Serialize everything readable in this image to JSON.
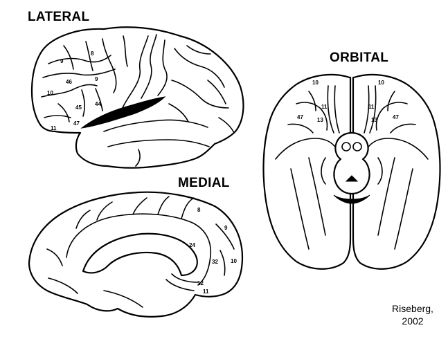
{
  "views": {
    "lateral": "LATERAL",
    "medial": "MEDIAL",
    "orbital": "ORBITAL"
  },
  "credit": {
    "line1": "Riseberg,",
    "line2": "2002"
  },
  "areas": {
    "lateral": [
      "9",
      "8",
      "46",
      "9",
      "10",
      "45",
      "44",
      "47",
      "11"
    ],
    "medial": [
      "8",
      "9",
      "24",
      "32",
      "10",
      "12",
      "11"
    ],
    "orbital": [
      "10",
      "10",
      "11",
      "11",
      "47",
      "13",
      "13",
      "47"
    ]
  }
}
